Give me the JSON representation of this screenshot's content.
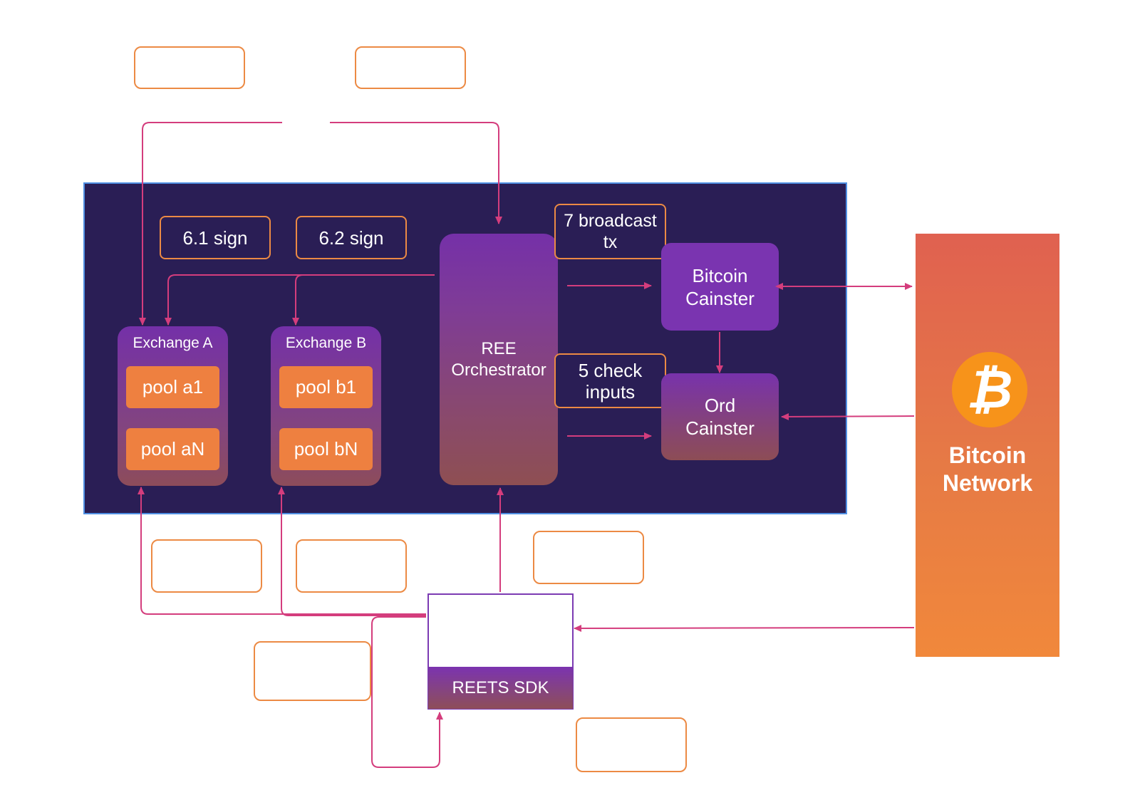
{
  "labels": {
    "sign_a": "6.1 sign",
    "sign_b": "6.2 sign",
    "broadcast": "7 broadcast tx",
    "check_inputs": "5 check inputs"
  },
  "exchanges": [
    {
      "title": "Exchange A",
      "pools": [
        "pool a1",
        "pool aN"
      ]
    },
    {
      "title": "Exchange B",
      "pools": [
        "pool b1",
        "pool bN"
      ]
    }
  ],
  "orchestrator": {
    "label": "REE Orchestrator"
  },
  "canisters": {
    "bitcoin": "Bitcoin Cainster",
    "ord": "Ord Cainster"
  },
  "network": {
    "label": "Bitcoin Network",
    "logo_icon": "bitcoin-icon"
  },
  "sdk": {
    "label": "REETS SDK"
  },
  "colors": {
    "frame_bg": "#2a1e55",
    "frame_border": "#4f8fe3",
    "arrow": "#d43d7d",
    "accent_orange": "#ec8a44",
    "purple": "#7a34b0"
  }
}
